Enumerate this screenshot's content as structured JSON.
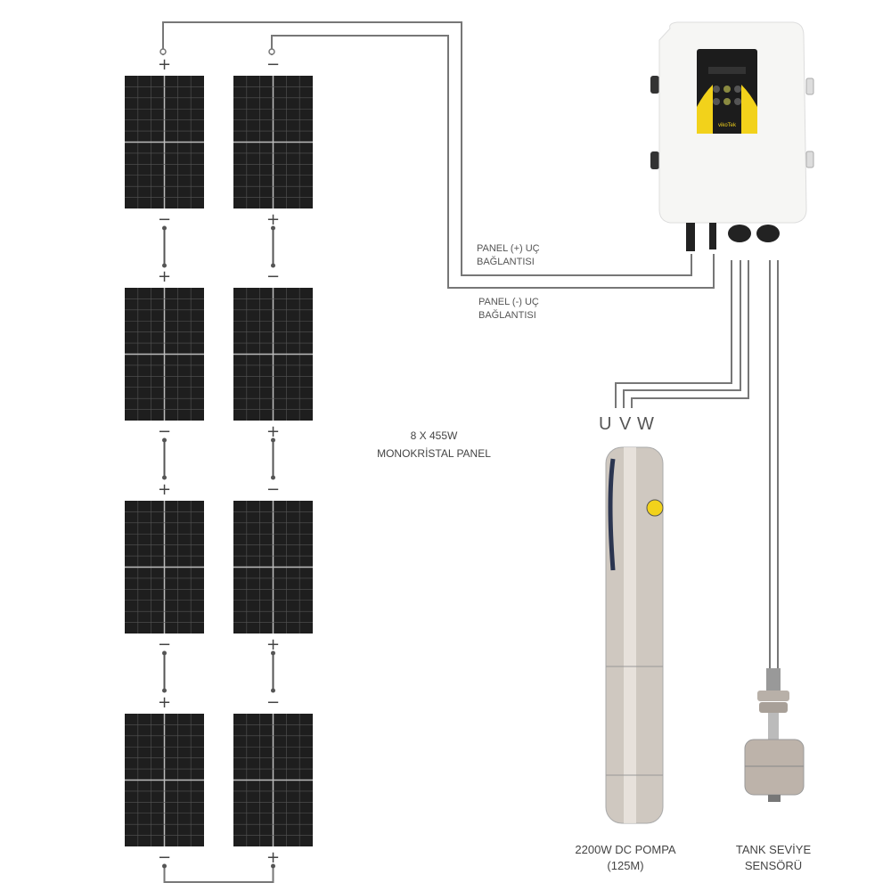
{
  "panels": {
    "count_label": "8 X 455W",
    "type_label": "MONOKRİSTAL PANEL",
    "columns": [
      {
        "top_sign": "+",
        "bottom_sign": "−"
      },
      {
        "top_sign": "−",
        "bottom_sign": "+"
      }
    ],
    "rows": 4
  },
  "controller": {
    "brand": "vikoTek",
    "panel_plus_label_1": "PANEL (+) UÇ",
    "panel_plus_label_2": "BAĞLANTISI",
    "panel_minus_label_1": "PANEL (-) UÇ",
    "panel_minus_label_2": "BAĞLANTISI"
  },
  "pump": {
    "phases": [
      "U",
      "V",
      "W"
    ],
    "label_1": "2200W DC POMPA",
    "label_2": "(125M)"
  },
  "sensor": {
    "label_1": "TANK SEVİYE",
    "label_2": "SENSÖRÜ"
  },
  "colors": {
    "wire": "#777777",
    "panel": "#1e1e1e",
    "accent": "#f2d21b"
  }
}
